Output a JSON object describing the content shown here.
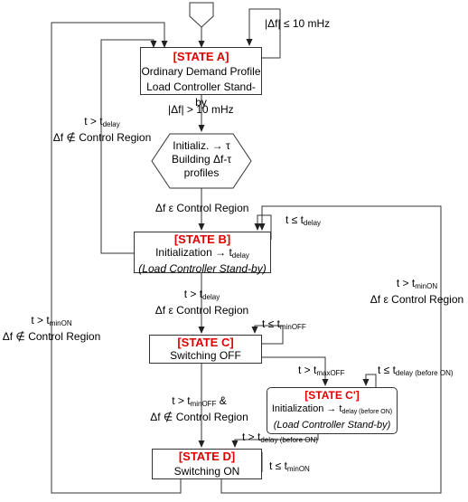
{
  "state_a": {
    "title": "[STATE A]",
    "line1": "Ordinary Demand Profile",
    "line2": "Load Controller Stand-by"
  },
  "decision": {
    "line1": "Initializ. → τ",
    "line2": "Building Δf-τ",
    "line3": "profiles"
  },
  "state_b": {
    "title": "[STATE B]",
    "line1_main": "Initialization → t",
    "line1_sub": "delay",
    "line2": "(Load Controller Stand-by)"
  },
  "state_c": {
    "title": "[STATE C]",
    "line1": "Switching OFF"
  },
  "state_c2": {
    "title": "[STATE C']",
    "line1_main": "Initialization → t",
    "line1_sub": "delay (before ON)",
    "line2": "(Load Controller Stand-by)"
  },
  "state_d": {
    "title": "[STATE D]",
    "line1": "Switching ON"
  },
  "labels": {
    "a_self": "|Δf| ≤ 10 mHz",
    "a_to_dec": "|Δf| > 10 mHz",
    "b_to_a_1_main": "t > t",
    "b_to_a_1_sub": "delay",
    "b_to_a_2": "Δf ∉ Control Region",
    "dec_to_b": "Δf ε Control Region",
    "b_self_main": "t ≤ t",
    "b_self_sub": "delay",
    "b_to_c_1_main": "t > t",
    "b_to_c_1_sub": "delay",
    "b_to_c_2": "Δf ε Control Region",
    "d_to_b_1_main": "t > t",
    "d_to_b_1_sub": "minON",
    "d_to_b_2": "Δf ε Control Region",
    "d_to_a_1_main": "t > t",
    "d_to_a_1_sub": "minON",
    "d_to_a_2": "Δf ∉ Control Region",
    "c_self_main": "t ≤ t",
    "c_self_sub": "minOFF",
    "c_to_c2_main": "t > t",
    "c_to_c2_sub": "maxOFF",
    "c2_self_main": "t ≤ t",
    "c2_self_sub": "delay (before ON)",
    "c_to_d_1_main": "t > t",
    "c_to_d_1_sub": "minOFF",
    "c_to_d_1_tail": " &",
    "c_to_d_2": "Δf ∉ Control Region",
    "c2_to_d_main": "t > t",
    "c2_to_d_sub": "delay (before ON)",
    "d_self_main": "t ≤ t",
    "d_self_sub": "minON"
  }
}
